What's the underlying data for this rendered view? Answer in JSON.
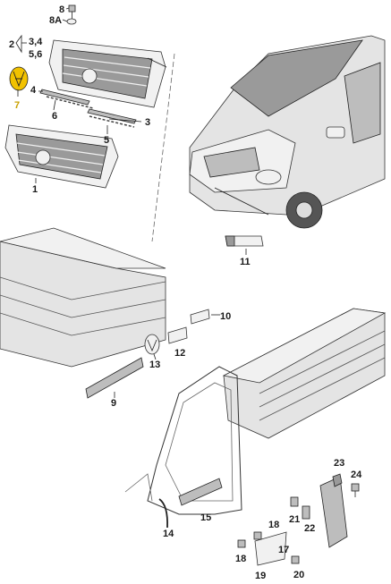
{
  "callouts": {
    "c1": "1",
    "c2": "2",
    "c34": "3,4",
    "c56": "5,6",
    "c3": "3",
    "c4": "4",
    "c5": "5",
    "c6": "6",
    "c7": "7",
    "c8": "8",
    "c8a": "8A",
    "c9": "9",
    "c10": "10",
    "c11": "11",
    "c12": "12",
    "c13": "13",
    "c14": "14",
    "c15": "15",
    "c17": "17",
    "c18a": "18",
    "c18b": "18",
    "c19": "19",
    "c20": "20",
    "c21": "21",
    "c22": "22",
    "c23": "23",
    "c24": "24"
  },
  "colors": {
    "highlight": "#f2c200",
    "callout_highlight": "#c8a000"
  }
}
